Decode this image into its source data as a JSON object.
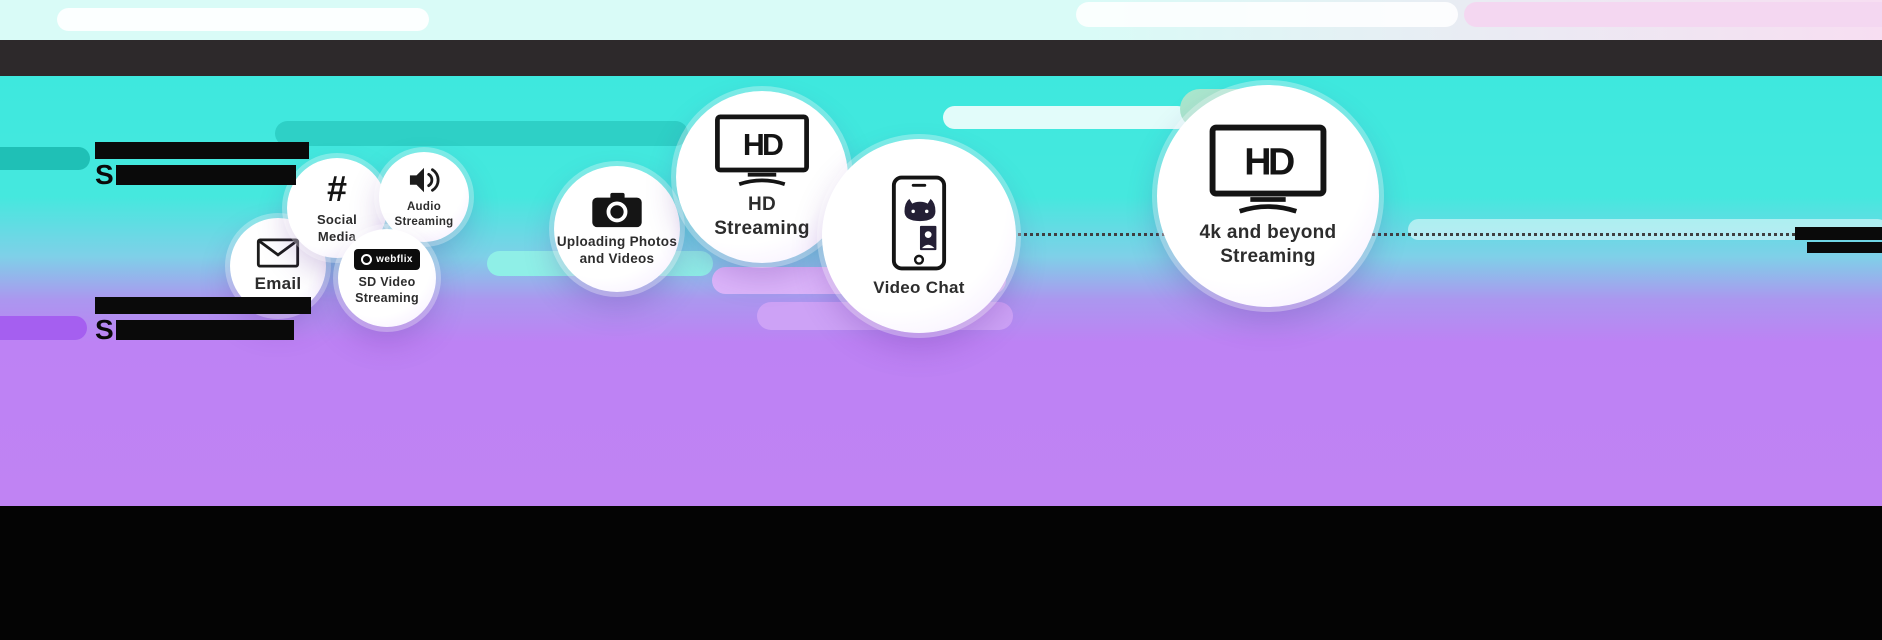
{
  "bubbles": [
    {
      "label": "Email"
    },
    {
      "label": "Social\nMedia",
      "glyph": "#"
    },
    {
      "label": "Audio\nStreaming"
    },
    {
      "label": "SD Video\nStreaming",
      "brand": "webflix"
    },
    {
      "label": "Uploading Photos\nand Videos"
    },
    {
      "label": "HD\nStreaming",
      "screen_text": "HD"
    },
    {
      "label": "Video Chat"
    },
    {
      "label": "4k and beyond\nStreaming",
      "screen_text": "HD"
    }
  ],
  "tiers": [
    {
      "prefix": "S"
    },
    {
      "prefix": "S"
    }
  ],
  "colors": {
    "cyan": "#3ee8de",
    "purple": "#c083f3",
    "dark_bar": "#2d292b",
    "black_bar": "#040404"
  }
}
